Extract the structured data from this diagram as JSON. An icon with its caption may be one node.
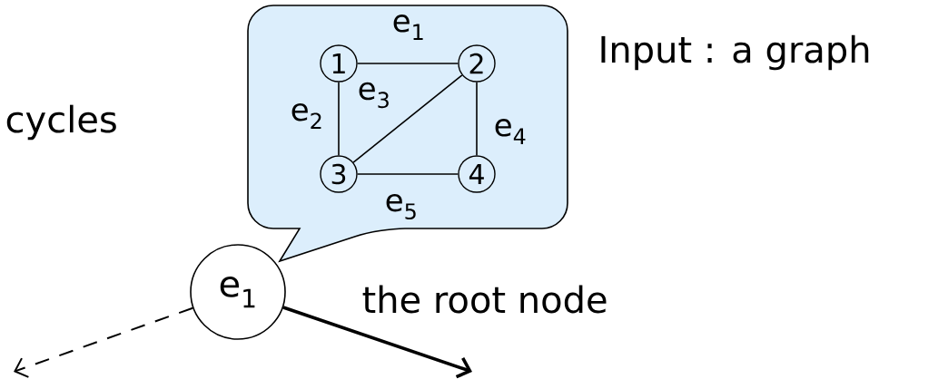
{
  "diagram": {
    "nodes": [
      {
        "text": [],
        "shape": "box",
        "beside": [
          "Input : a graph"
        ]
      },
      {
        "text": [
          "1"
        ],
        "in": 0
      },
      {
        "text": [
          "2"
        ],
        "in": 0
      },
      {
        "text": [
          "3"
        ],
        "in": 0
      },
      {
        "text": [
          "4"
        ],
        "in": 0
      },
      {
        "text": [
          "e$_{1}$"
        ],
        "beside": [
          "the root node"
        ]
      }
    ],
    "edges": [
      {
        "from": 1,
        "to": 2,
        "arrow": "none",
        "label": "e$_{1}$"
      },
      {
        "from": 1,
        "to": 3,
        "arrow": "none",
        "label": "e$_{2}$"
      },
      {
        "from": 2,
        "to": 3,
        "arrow": "none",
        "label": "e$_{3}$"
      },
      {
        "from": 2,
        "to": 4,
        "arrow": "none",
        "label": "e$_{4}$"
      },
      {
        "from": 3,
        "to": 4,
        "arrow": "none",
        "label": "e$_{5}$"
      },
      {
        "from": 5,
        "to": null,
        "arrow": "to",
        "style": "dashed"
      },
      {
        "from": 5,
        "to": null,
        "arrow": "to",
        "style": "thick"
      }
    ],
    "labels": [
      "cycles"
    ]
  }
}
